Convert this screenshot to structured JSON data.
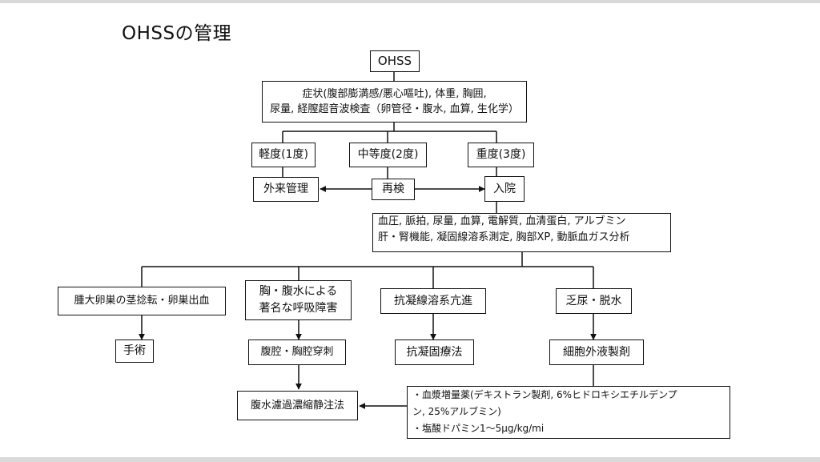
{
  "title": "OHSSの管理",
  "nodes": {
    "ohss": "OHSS",
    "exam": [
      "症状(腹部膨満感/悪心嘔吐), 体重, 胸囲,",
      "尿量, 経膣超音波検査（卵管径・腹水, 血算, 生化学）"
    ],
    "mild": "軽度(1度)",
    "moderate": "中等度(2度)",
    "severe": "重度(3度)",
    "outpatient": "外来管理",
    "recheck": "再検",
    "admission": "入院",
    "labs": [
      "血圧, 脈拍, 尿量, 血算, 電解質, 血清蛋白, アルブミン",
      "肝・腎機能, 凝固線溶系測定, 胸部XP, 動脈血ガス分析"
    ],
    "torsion": "腫大卵巣の茎捻転・卵巣出血",
    "respiratory": [
      "胸・腹水による",
      "著名な呼吸障害"
    ],
    "coag": "抗凝線溶系亢進",
    "oliguria": "乏尿・脱水",
    "surgery": "手術",
    "paracentesis": "腹腔・胸腔穿刺",
    "anticoag": "抗凝固療法",
    "ecf": "細胞外液製剤",
    "reinfusion": "腹水濾過濃縮静注法",
    "drugs": [
      "・血漿増量薬(デキストラン製剤, 6%ヒドロキシエチルデンプ",
      "ン, 25%アルブミン)",
      "・塩酸ドパミン1～5μg/kg/mi"
    ]
  }
}
